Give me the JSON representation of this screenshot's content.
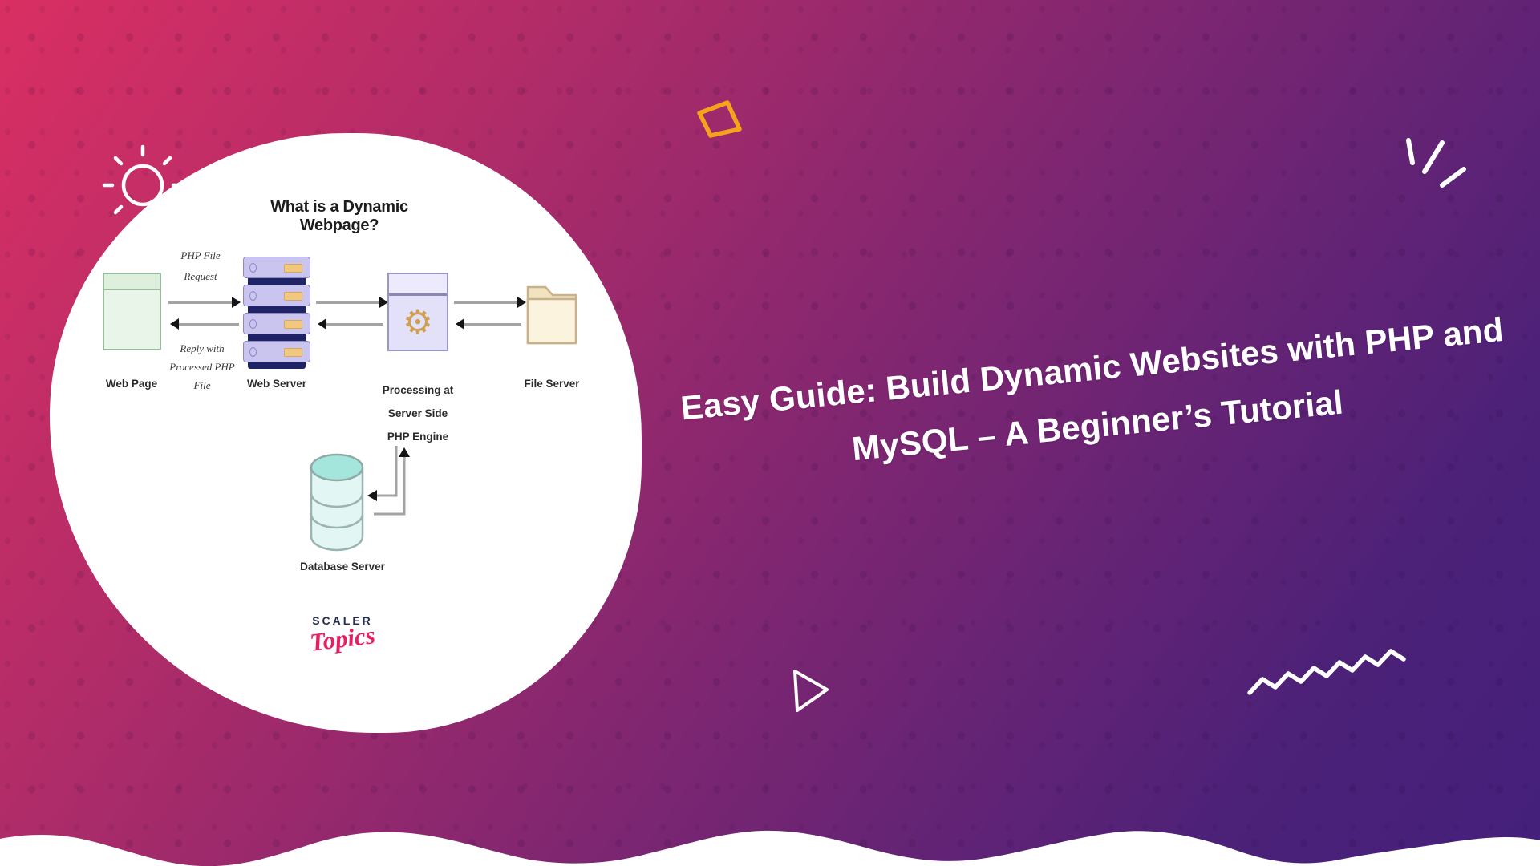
{
  "hero": {
    "line1": "Easy Guide: Build Dynamic Websites with PHP and",
    "line2": "MySQL – A Beginner’s Tutorial"
  },
  "diagram": {
    "title": "What is a Dynamic Webpage?",
    "nodes": {
      "web_page": {
        "label": "Web Page"
      },
      "web_server": {
        "label": "Web Server"
      },
      "processing": {
        "lines": [
          "Processing at",
          "Server Side",
          "PHP Engine"
        ]
      },
      "file_server": {
        "label": "File Server"
      },
      "database": {
        "label": "Database Server"
      }
    },
    "edges": {
      "request": {
        "lines": [
          "PHP File",
          "Request"
        ]
      },
      "reply": {
        "lines": [
          "Reply with",
          "Processed PHP",
          "File"
        ]
      }
    },
    "logo": {
      "brand": "SCALER",
      "sub": "Topics"
    }
  },
  "icons": {
    "gear": "⚙"
  },
  "colors": {
    "gradient_start": "#d92f63",
    "gradient_end": "#44207a",
    "accent_orange": "#f5a21d",
    "brand_pink": "#e81f63",
    "logo_navy": "#252e4e",
    "server_navy": "#1f2466",
    "server_lavender": "#c9c5ee",
    "webpage_green": "#e8f5e8",
    "folder_cream": "#fbf3dd",
    "database_teal": "#a5e6dc",
    "blob_white": "#ffffff"
  }
}
